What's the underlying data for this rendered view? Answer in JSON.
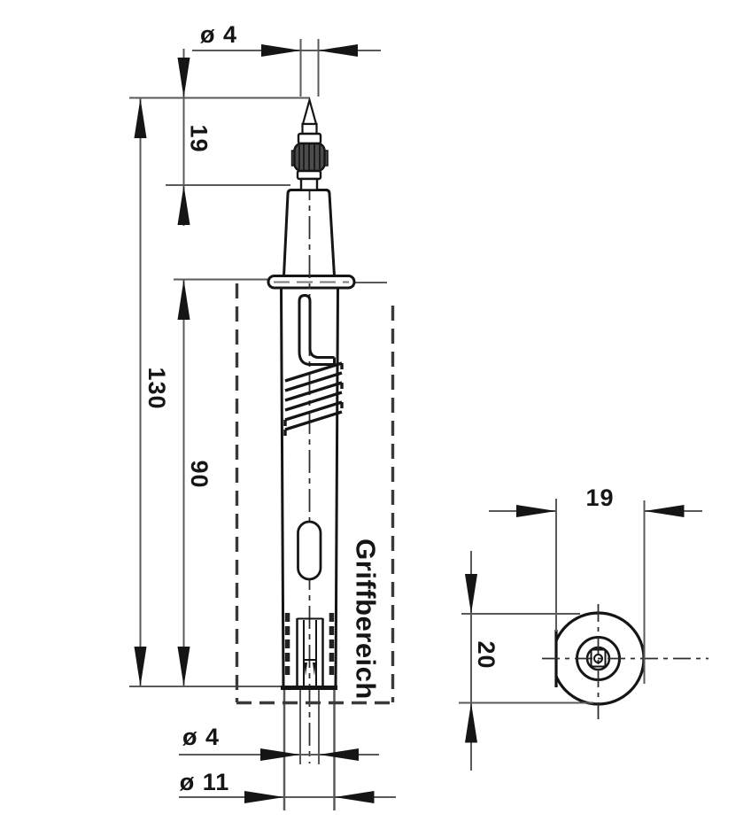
{
  "drawing": {
    "type": "technical-dimension-drawing",
    "subject": "4mm test probe, front view and end view",
    "colors": {
      "outline": "#151515",
      "dimension_lines": "#5a5a5a",
      "knurl_fill": "#4c4c4c",
      "grip_zone_dash": "#3a3a3a",
      "background": "#ffffff"
    },
    "front_view": {
      "tip_diameter_label": "ø 4",
      "tip_length_label": "19",
      "total_length_label": "130",
      "grip_length_label": "90",
      "grip_area_label": "Griffbereich",
      "socket_diameter_label": "ø 4",
      "body_diameter_label": "ø 11"
    },
    "end_view": {
      "width_label": "19",
      "height_label": "20"
    }
  }
}
